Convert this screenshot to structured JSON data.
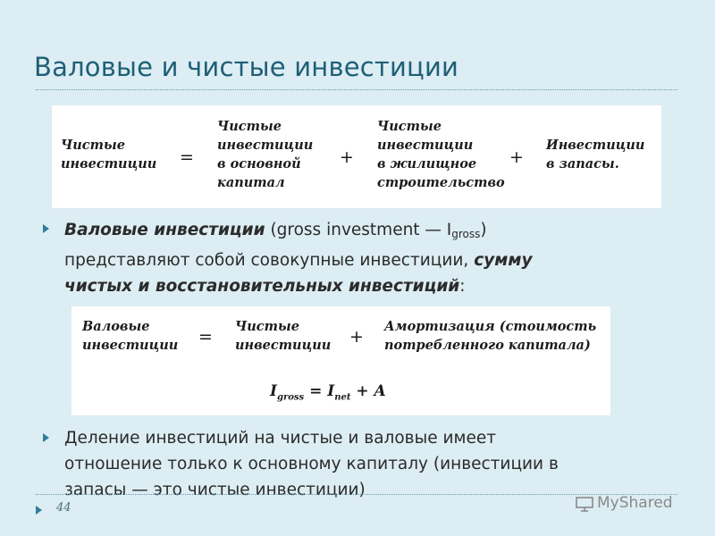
{
  "title": "Валовые и чистые инвестиции",
  "formula1": {
    "lhs": [
      "Чистые",
      "инвестиции"
    ],
    "equals": "=",
    "term1": [
      "Чистые",
      "инвестиции",
      "в основной",
      "капитал"
    ],
    "plus1": "+",
    "term2": [
      "Чистые",
      "инвестиции",
      "в жилищное",
      "строительство"
    ],
    "plus2": "+",
    "term3": [
      "Инвестиции",
      "в запасы."
    ]
  },
  "bullet1": {
    "strong1": "Валовые инвестиции",
    "text1": " (gross investment — I",
    "sub": "gross",
    "text2": ")",
    "text3": "представляют собой совокупные инвестиции, ",
    "strong2": "сумму",
    "strong3": "чистых и восстановительных инвестиций",
    "text4": ":"
  },
  "formula2": {
    "lhs": [
      "Валовые",
      "инвестиции"
    ],
    "equals": "=",
    "term1": [
      "Чистые",
      "инвестиции"
    ],
    "plus": "+",
    "term2": [
      "Амортизация (стоимость",
      "потребленного капитала)"
    ],
    "eq_i": "I",
    "eq_gross": "gross",
    "eq_mid": " = I",
    "eq_net": "net",
    "eq_end": " + A"
  },
  "bullet2": {
    "line1": "Деление инвестиций на чистые и валовые имеет",
    "line2": "отношение только к основному капиталу (инвестиции в",
    "line3": "запасы — это чистые инвестиции)"
  },
  "footer": {
    "page_number": "44",
    "logo": "MyShared"
  },
  "colors": {
    "background": "#dcedf3",
    "title": "#1f5f76",
    "bullet": "#2f7f9a"
  }
}
